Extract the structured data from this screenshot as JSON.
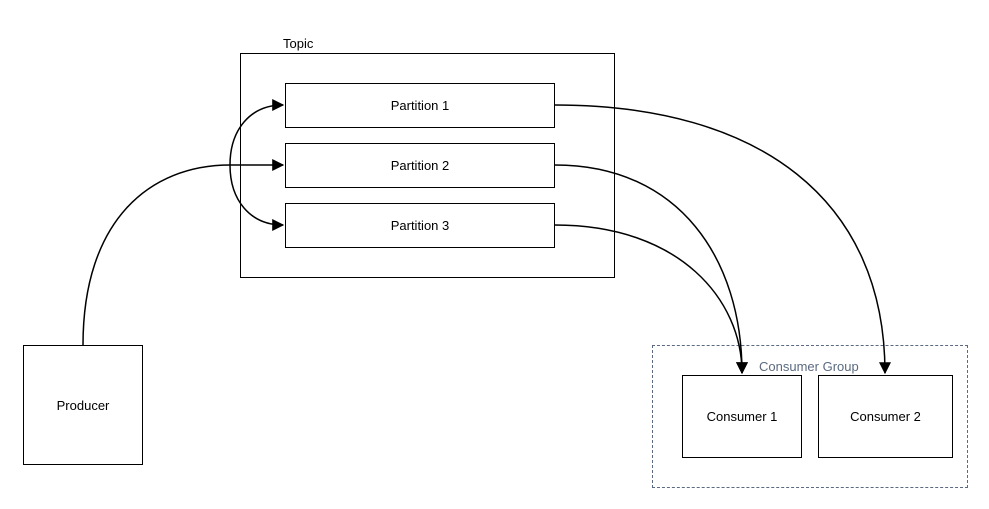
{
  "topic": {
    "label": "Topic"
  },
  "partitions": [
    "Partition 1",
    "Partition 2",
    "Partition 3"
  ],
  "producer": {
    "label": "Producer"
  },
  "consumer_group": {
    "label": "Consumer Group",
    "consumers": [
      "Consumer 1",
      "Consumer 2"
    ]
  },
  "colors": {
    "line": "#000000",
    "group": "#5b6a80"
  }
}
